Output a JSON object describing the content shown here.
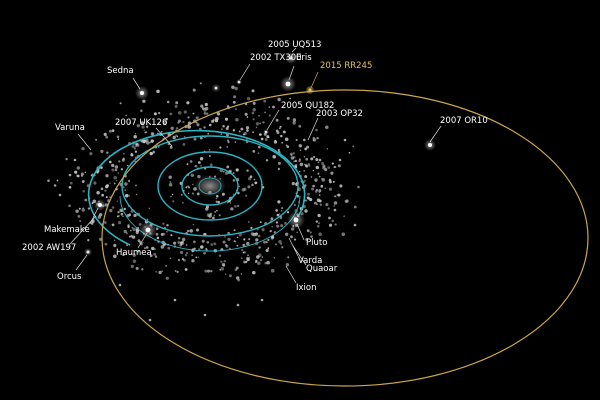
{
  "colors": {
    "background": "#000000",
    "highlight_orbit": "#c9a648",
    "highlight_label": "#e6c15a",
    "planet_orbits": "#2bb3c4",
    "dots": "#c8c8c8",
    "labels": "#ffffff"
  },
  "labels": {
    "uq513": "2005 UQ513",
    "tx300": "2002 TX300",
    "eris": "Eris",
    "rr245": "2015 RR245",
    "sedna": "Sedna",
    "qu182": "2005 QU182",
    "op32": "2003 OP32",
    "or10": "2007 OR10",
    "varuna": "Varuna",
    "uk126": "2007 UK126",
    "makemake": "Makemake",
    "aw197": "2002 AW197",
    "haumea": "Haumea",
    "orcus": "Orcus",
    "pluto": "Pluto",
    "varda": "Varda",
    "quaoar": "Quaoar",
    "ixion": "Ixion"
  }
}
